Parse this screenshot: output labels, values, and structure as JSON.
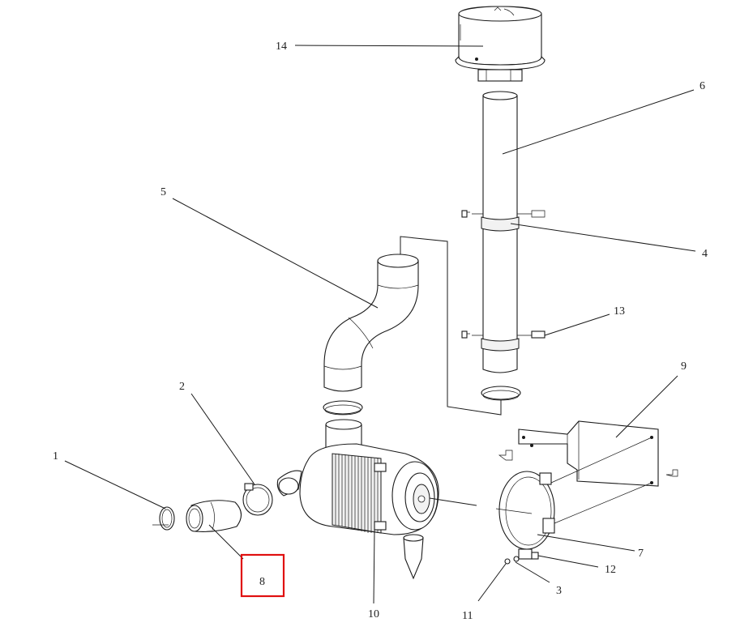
{
  "callouts": {
    "n1": "1",
    "n2": "2",
    "n3": "3",
    "n4": "4",
    "n5": "5",
    "n6": "6",
    "n7": "7",
    "n8": "8",
    "n9": "9",
    "n10": "10",
    "n11": "11",
    "n12": "12",
    "n13": "13",
    "n14": "14"
  },
  "highlight": {
    "label": "8",
    "color": "#e01010"
  }
}
